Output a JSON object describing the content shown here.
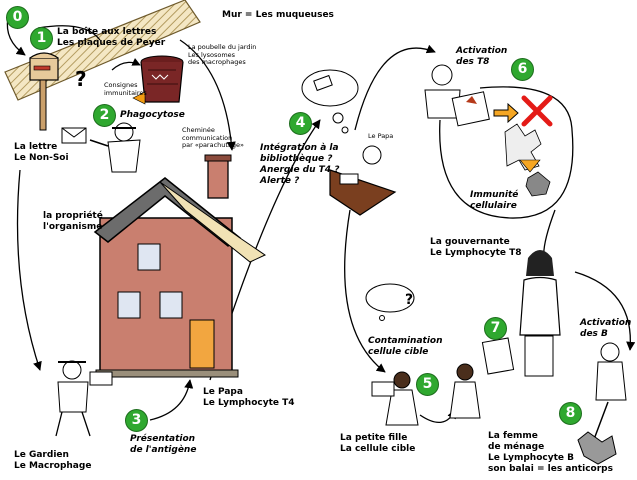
{
  "steps": [
    "0",
    "1",
    "2",
    "3",
    "4",
    "5",
    "6",
    "7",
    "8"
  ],
  "labels": {
    "mur": "Mur = Les muqueuses",
    "boite": "La boîte aux lettres\nLes plaques de Peyer",
    "poubelle": "La poubelle du jardin\nLes lysosomes\ndes macrophages",
    "consignes": "Consignes\nimmunitaires",
    "phagocytose": "Phagocytose",
    "lettre": "La lettre\nLe Non-Soi",
    "cheminee": "Cheminée\ncommunication\npar «parachutage»",
    "propriete": "la propriété\nl'organisme",
    "integration": "Intégration à la\nbibliothèque ?\nAnergie du T4 ?\nAlerte ?",
    "papa_small": "Le Papa",
    "papa": "Le Papa\nLe Lymphocyte T4",
    "gardien": "Le Gardien\nLe Macrophage",
    "presentation": "Présentation\nde l'antigène",
    "activation_t8": "Activation\ndes T8",
    "immunite": "Immunité\ncellulaire",
    "gouvernante": "La gouvernante\nLe Lymphocyte T8",
    "contamination": "Contamination\ncellule cible",
    "petite_fille": "La petite fille\nLa cellule cible",
    "activation_b": "Activation\ndes B",
    "femme": "La femme\nde ménage\nLe Lymphocyte B\nson balai = les anticorps"
  }
}
